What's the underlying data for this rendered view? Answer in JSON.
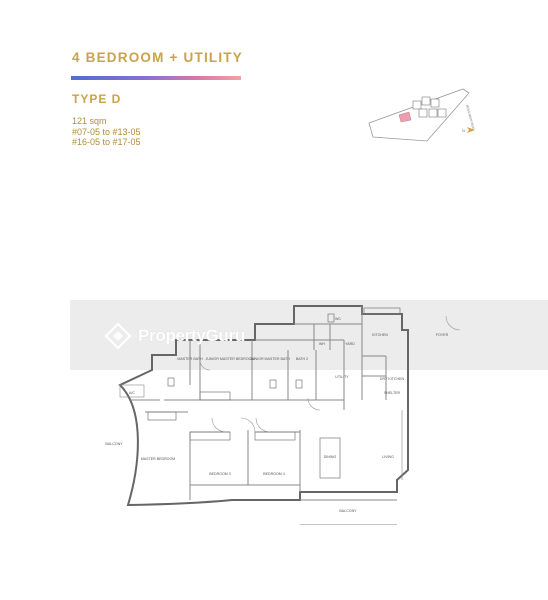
{
  "header": {
    "unit_title": "4 BEDROOM + UTILITY",
    "type_label": "TYPE D",
    "area": "121 sqm",
    "units": [
      "#07-05 to #13-05",
      "#16-05 to #17-05"
    ],
    "accent_color": "#c9a24a"
  },
  "keyplan": {
    "road_label": "MOULMEIN RISE",
    "north_label": "N",
    "highlight_color": "#e9a0b4"
  },
  "watermark": {
    "brand": "PropertyGuru"
  },
  "floorplan": {
    "rooms": {
      "master_bath": "MASTER BATH",
      "junior_master_bedroom": "JUNIOR MASTER BEDROOM",
      "junior_master_bath": "JUNIOR MASTER BATH",
      "bath_2": "BATH 2",
      "wc": "WC",
      "yard": "YARD",
      "wh": "WH",
      "kitchen": "KITCHEN",
      "foyer": "FOYER",
      "dry_kitchen": "DRY KITCHEN",
      "utility": "UTILITY",
      "shelter": "SHELTER",
      "ac": "A/C",
      "balcony_left": "BALCONY",
      "master_bedroom": "MASTER BEDROOM",
      "bedroom_3": "BEDROOM 3",
      "bedroom_4": "BEDROOM 4",
      "dining": "DINING",
      "living": "LIVING",
      "balcony_bottom": "BALCONY"
    }
  }
}
